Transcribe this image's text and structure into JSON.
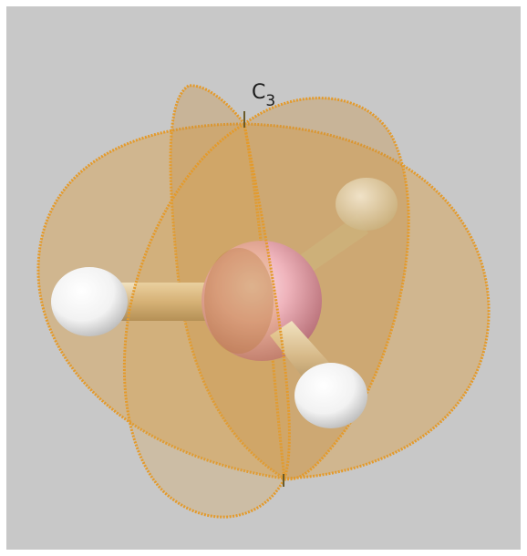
{
  "axis": {
    "symbol": "C",
    "subscript": "3"
  },
  "colors": {
    "page_background": "#ffffff",
    "panel_background": "#c8c8c8",
    "mirror_plane_fill": "#d9a04a",
    "mirror_plane_edge": "#e49a2a",
    "central_atom": "#e9a8b0",
    "bond": "#d8bd8a",
    "terminal_atom": "#ffffff"
  },
  "molecule": {
    "central_atom_icon": "central-atom-sphere",
    "terminal_atom_count": 3,
    "mirror_plane_count": 3
  }
}
